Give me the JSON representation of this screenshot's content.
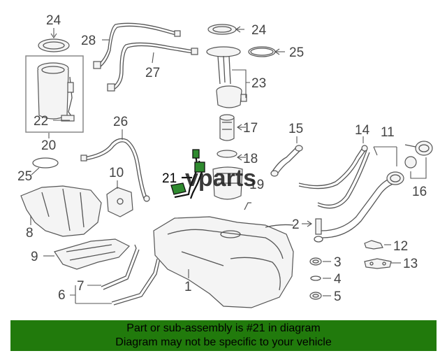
{
  "diagram": {
    "watermark": "vparts",
    "highlighted_part": "21",
    "callouts": {
      "c1": "1",
      "c2": "2",
      "c3": "3",
      "c4": "4",
      "c5": "5",
      "c6": "6",
      "c7": "7",
      "c8": "8",
      "c9": "9",
      "c10": "10",
      "c11": "11",
      "c12": "12",
      "c13": "13",
      "c14": "14",
      "c15": "15",
      "c16": "16",
      "c17": "17",
      "c18": "18",
      "c19": "19",
      "c20": "20",
      "c21": "21",
      "c22": "22",
      "c23": "23",
      "c24a": "24",
      "c24b": "24",
      "c25a": "25",
      "c25b": "25",
      "c26": "26",
      "c27": "27",
      "c28": "28"
    },
    "colors": {
      "highlight": "#2f8a2f",
      "footer_bg": "#217a0c"
    }
  },
  "footer": {
    "line1": "Part or sub-assembly is #21 in diagram",
    "line2": "Diagram may not be specific to your vehicle"
  }
}
